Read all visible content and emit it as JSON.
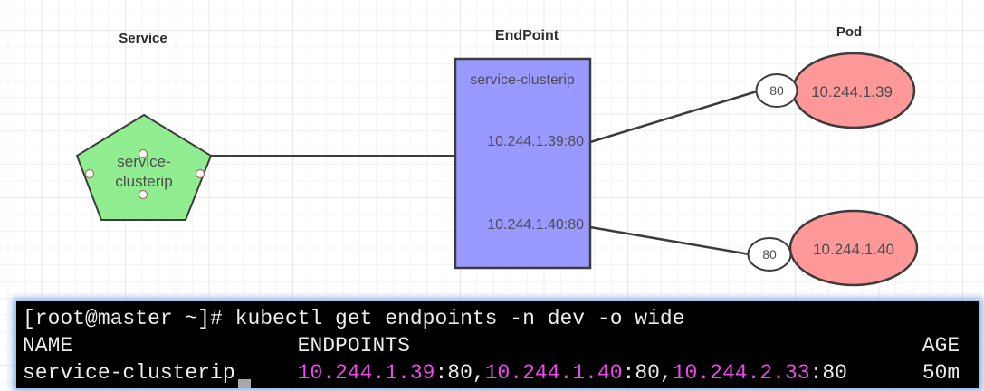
{
  "diagram": {
    "section_labels": {
      "service": "Service",
      "endpoint": "EndPoint",
      "pod": "Pod"
    },
    "service_node": {
      "label": "service-\nclusterip"
    },
    "endpoint_node": {
      "title": "service-clusterip",
      "rows": [
        "10.244.1.39:80",
        "10.244.1.40:80"
      ]
    },
    "pods": [
      {
        "port": "80",
        "ip": "10.244.1.39"
      },
      {
        "port": "80",
        "ip": "10.244.1.40"
      }
    ],
    "colors": {
      "service_fill": "#90ee90",
      "endpoint_fill": "#9999ff",
      "pod_fill": "#ff9999",
      "port_fill": "#ffffff",
      "stroke": "#3c3c3c"
    }
  },
  "terminal": {
    "colors": {
      "background": "#000000",
      "foreground": "#ececec",
      "ip_highlight": "#ee49ee"
    },
    "lines": {
      "prompt": "[root@master ~]# kubectl get endpoints -n dev -o wide",
      "header": "NAME                  ENDPOINTS                                         AGE"
    },
    "row": {
      "name": "service-clusterip     ",
      "ip1": "10.244.1.39",
      "sep1": ":80,",
      "ip2": "10.244.1.40",
      "sep2": ":80,",
      "ip3": "10.244.2.33",
      "sep3": ":80",
      "age": "      50m"
    }
  }
}
